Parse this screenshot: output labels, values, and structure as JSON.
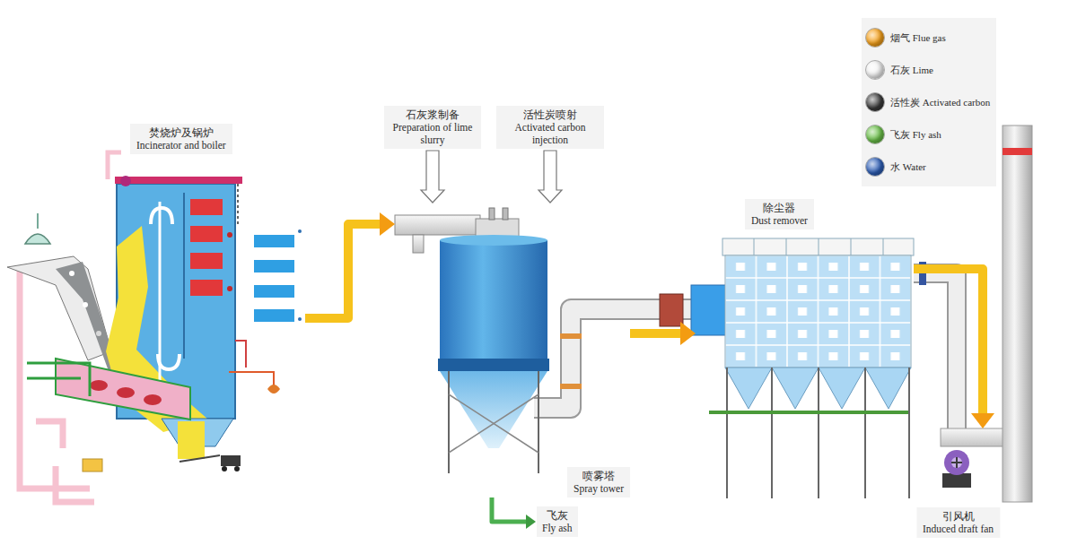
{
  "diagram": {
    "nodes": [
      {
        "text": [
          "焚烧炉及锅炉",
          "Incinerator and boiler"
        ]
      },
      {
        "text": [
          "石灰浆制备",
          "Preparation of lime slurry"
        ]
      },
      {
        "text": [
          "活性炭喷射",
          "Activated carbon injection"
        ]
      },
      {
        "text": [
          "喷雾塔",
          "Spray tower"
        ]
      },
      {
        "text": [
          "除尘器",
          "Dust remover"
        ]
      },
      {
        "text": [
          "飞灰",
          "Fly ash"
        ]
      },
      {
        "text": [
          "引风机",
          "Induced draft fan"
        ]
      }
    ],
    "edges": [
      {
        "from": 0,
        "to": 3,
        "arrow": "to"
      },
      {
        "from": 1,
        "to": 3,
        "arrow": "to"
      },
      {
        "from": 2,
        "to": 3,
        "arrow": "to"
      },
      {
        "from": 3,
        "to": 4,
        "arrow": "to"
      },
      {
        "from": 3,
        "to": 5,
        "arrow": "to"
      },
      {
        "from": 4,
        "to": 6,
        "arrow": "to"
      }
    ],
    "legend": [
      {
        "text": "烟气 Flue gas",
        "color": "#f7a21b"
      },
      {
        "text": "石灰 Lime",
        "color": "#f4f4f4"
      },
      {
        "text": "活性炭 Activated carbon",
        "color": "#3a3a3a"
      },
      {
        "text": "飞灰 Fly ash",
        "color": "#6cc24a"
      },
      {
        "text": "水 Water",
        "color": "#2e5fb8"
      }
    ]
  }
}
